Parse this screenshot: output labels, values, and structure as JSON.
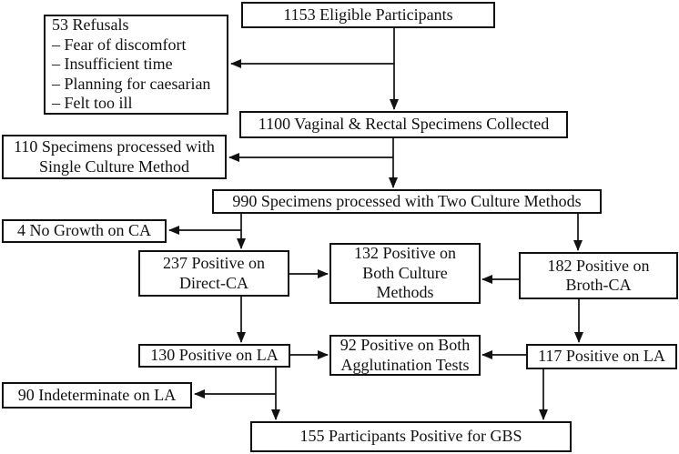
{
  "colors": {
    "background": "#ffffff",
    "box_border": "#111111",
    "text": "#111111",
    "connector": "#111111"
  },
  "diagram": {
    "type": "flowchart",
    "nodes": {
      "eligible": {
        "label": "1153 Eligible Participants"
      },
      "refusals": {
        "lines": [
          "53 Refusals",
          "– Fear of discomfort",
          "– Insufficient time",
          "– Planning for caesarian",
          "– Felt too ill"
        ]
      },
      "collected": {
        "label": "1100 Vaginal & Rectal Specimens Collected"
      },
      "single_culture": {
        "lines": [
          "110 Specimens processed with",
          "Single Culture Method"
        ]
      },
      "two_culture": {
        "label": "990 Specimens processed with Two Culture Methods"
      },
      "no_growth": {
        "label": "4 No Growth on CA"
      },
      "direct_ca": {
        "lines": [
          "237 Positive on",
          "Direct-CA"
        ]
      },
      "both_culture": {
        "lines": [
          "132 Positive on",
          "Both Culture",
          "Methods"
        ]
      },
      "broth_ca": {
        "lines": [
          "182 Positive on",
          "Broth-CA"
        ]
      },
      "la_direct": {
        "label": "130 Positive on LA"
      },
      "both_agglutination": {
        "lines": [
          "92 Positive on Both",
          "Agglutination Tests"
        ]
      },
      "la_broth": {
        "label": "117 Positive on LA"
      },
      "indeterminate": {
        "label": "90 Indeterminate on LA"
      },
      "gbs_positive": {
        "label": "155 Participants Positive for GBS"
      }
    }
  }
}
